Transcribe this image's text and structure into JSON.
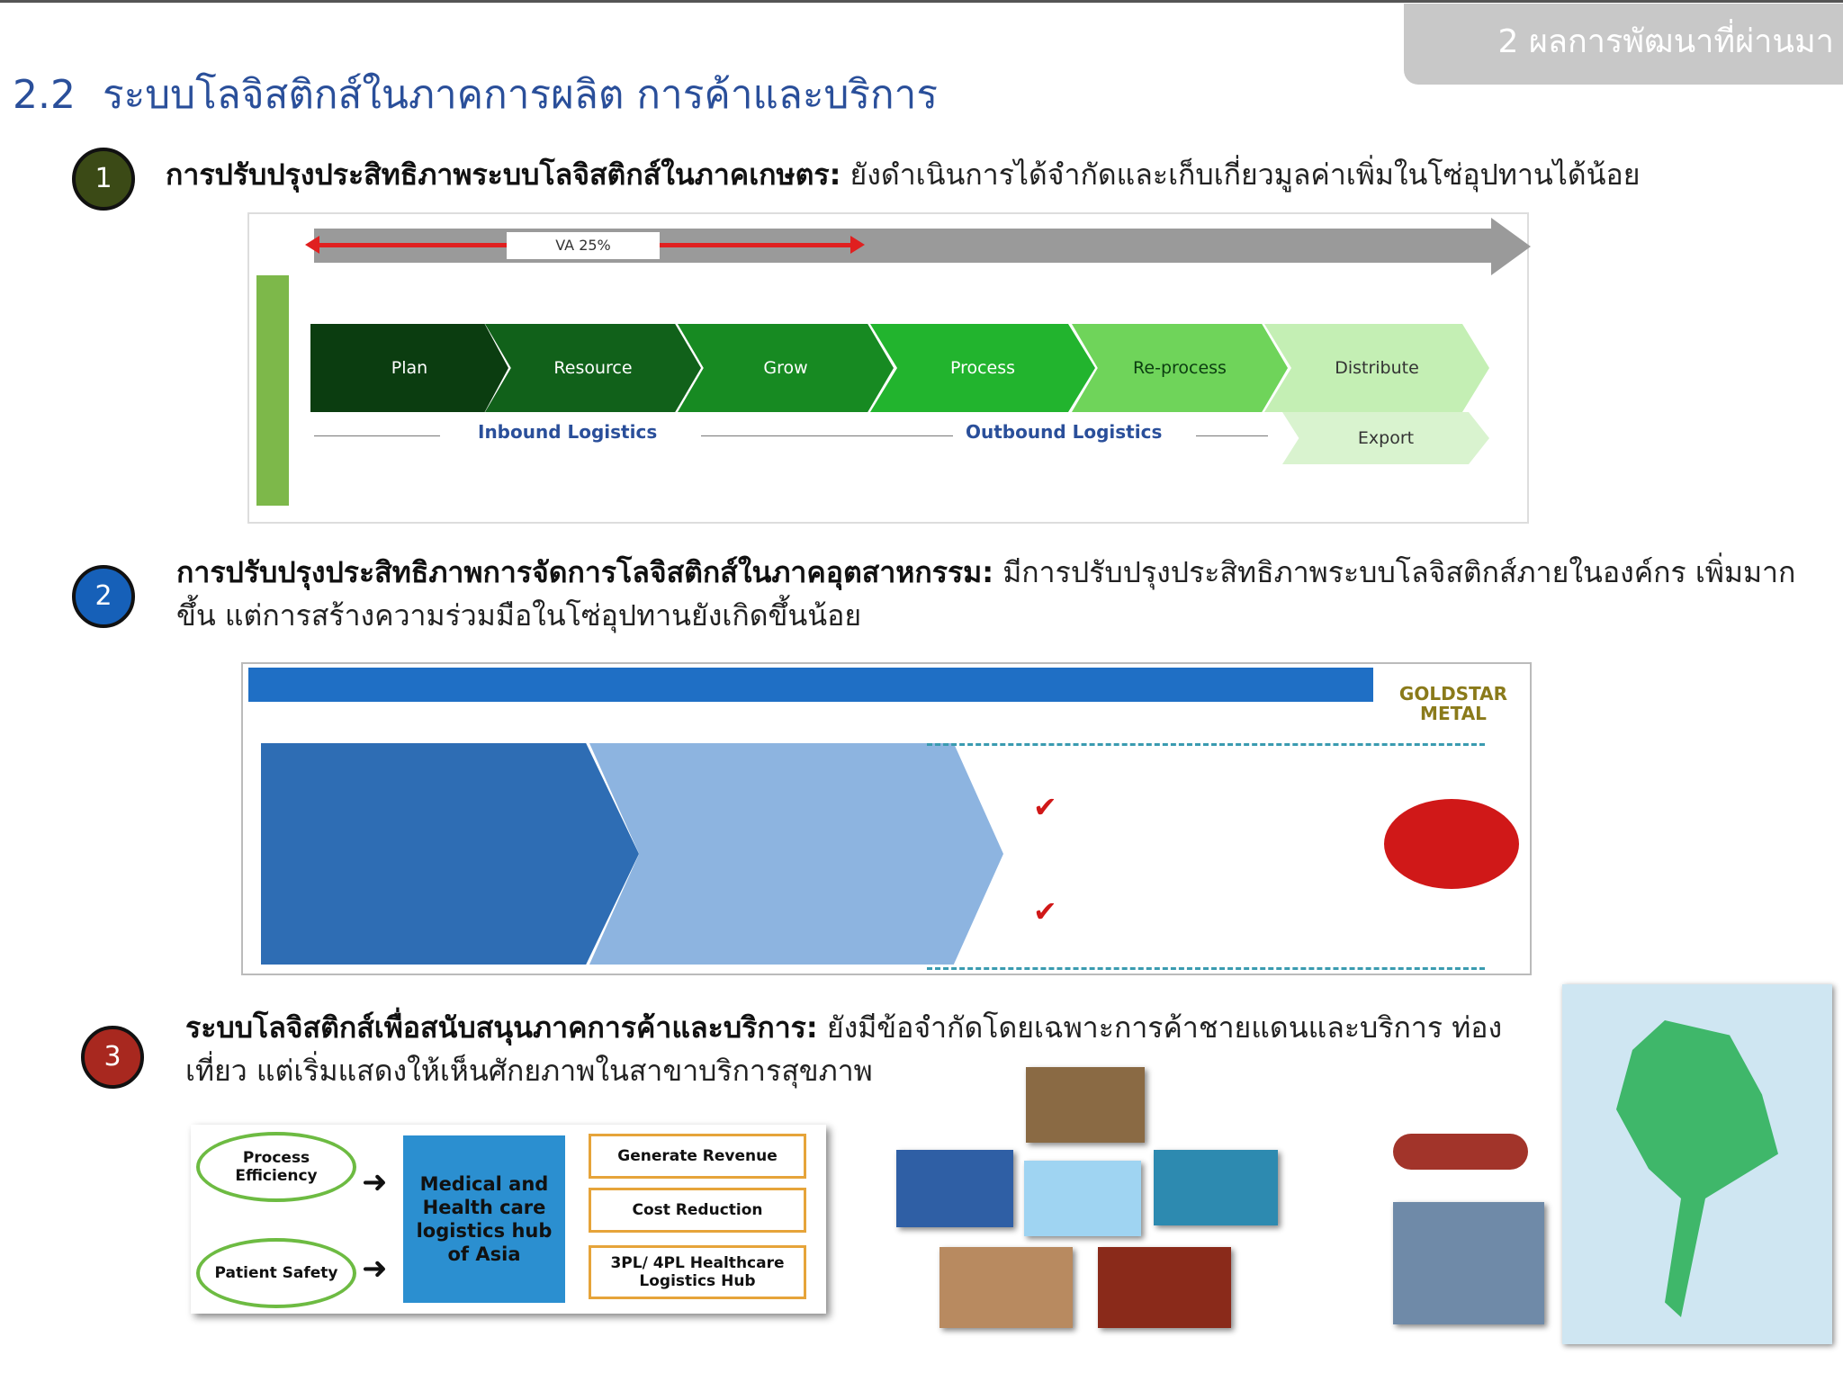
{
  "header": {
    "corner_tag": "2 ผลการพัฒนาที่ผ่านมา",
    "section_number": "2.2",
    "section_title": "ระบบโลจิสติกส์ในภาคการผลิต การค้าและบริการ"
  },
  "items": [
    {
      "num": "1",
      "color": "#3b4a16",
      "heading": "การปรับปรุงประสิทธิภาพระบบโลจิสติกส์ในภาคเกษตร:",
      "text": " ยังดำเนินการได้จำกัดและเก็บเกี่ยวมูลค่าเพิ่มในโซ่อุปทานได้น้อย"
    },
    {
      "num": "2",
      "color": "#1660b8",
      "heading": "การปรับปรุงประสิทธิภาพการจัดการโลจิสติกส์ในภาคอุตสาหกรรม:",
      "text": " มีการปรับปรุงประสิทธิภาพระบบโลจิสติกส์ภายในองค์กร เพิ่มมากขึ้น แต่การสร้างความร่วมมือในโซ่อุปทานยังเกิดขึ้นน้อย"
    },
    {
      "num": "3",
      "color": "#a8281f",
      "heading": "ระบบโลจิสติกส์เพื่อสนับสนุนภาคการค้าและบริการ:",
      "text": " ยังมีข้อจำกัดโดยเฉพาะการค้าชายแดนและบริการ ท่องเที่ยว แต่เริ่มแสดงให้เห็นศักยภาพในสาขาบริการสุขภาพ"
    }
  ],
  "value_chain": {
    "va_label": "VA 25%",
    "steps": [
      {
        "label": "Plan",
        "color": "#0b3d10"
      },
      {
        "label": "Resource",
        "color": "#11611a"
      },
      {
        "label": "Grow",
        "color": "#178a22"
      },
      {
        "label": "Process",
        "color": "#22b42e"
      },
      {
        "label": "Re-process",
        "color": "#6fd45a"
      },
      {
        "label": "Distribute",
        "color": "#c4efb4"
      }
    ],
    "inbound": "Inbound Logistics",
    "outbound": "Outbound Logistics",
    "export": "Export"
  },
  "case": {
    "goldstar": "GOLDSTAR METAL"
  },
  "medical": {
    "inputs": [
      "Process Efficiency",
      "Patient Safety"
    ],
    "hub": "Medical and Health care logistics hub of Asia",
    "outputs": [
      "Generate Revenue",
      "Cost Reduction",
      "3PL/ 4PL Healthcare Logistics Hub"
    ]
  }
}
